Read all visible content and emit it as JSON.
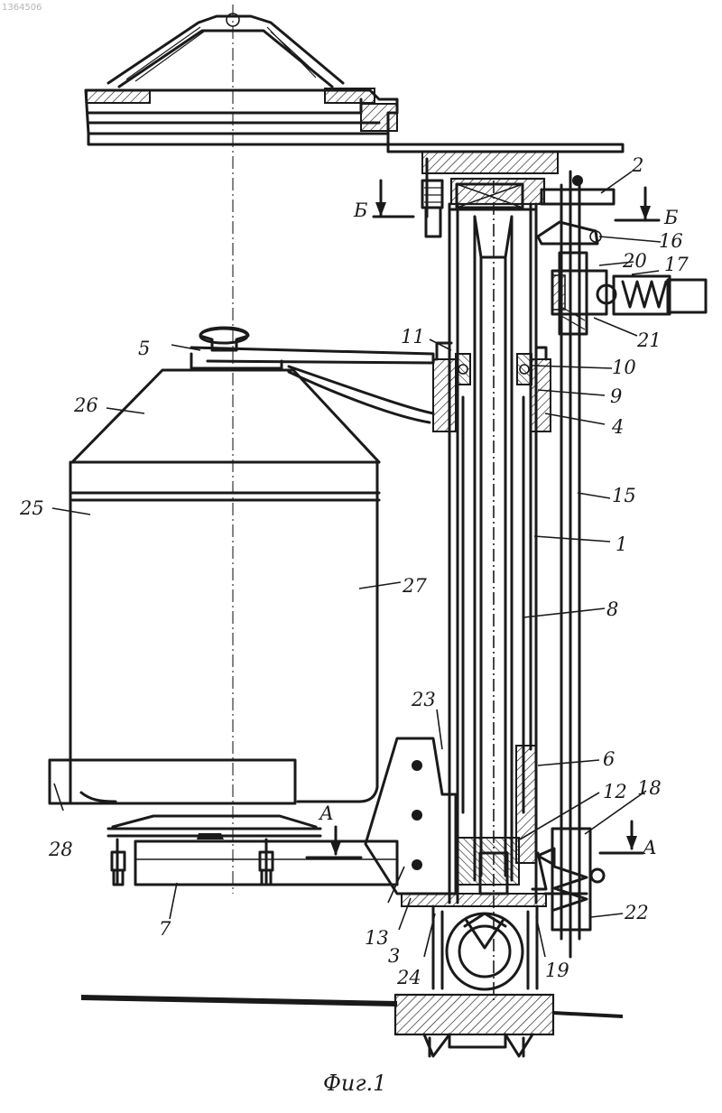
{
  "document": {
    "doc_number": "1364506",
    "figure_caption": "Фиг.1"
  },
  "section_marks": {
    "b_left": "Б",
    "b_right": "Б",
    "a_right": "А",
    "a_left": "А"
  },
  "callouts": [
    "1",
    "2",
    "3",
    "4",
    "5",
    "6",
    "7",
    "8",
    "9",
    "10",
    "11",
    "12",
    "13",
    "15",
    "16",
    "17",
    "18",
    "19",
    "20",
    "21",
    "22",
    "23",
    "24",
    "25",
    "26",
    "27",
    "28"
  ]
}
